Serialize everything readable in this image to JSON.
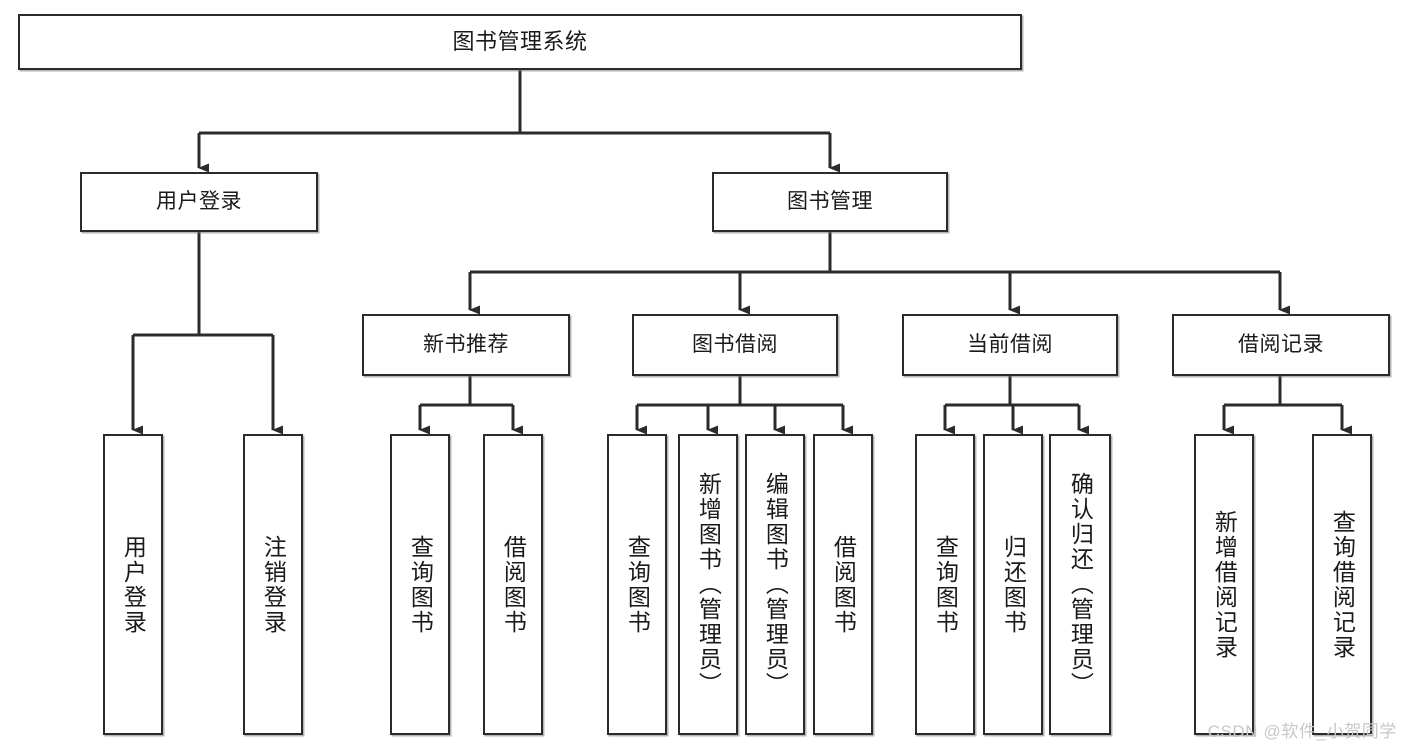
{
  "diagram": {
    "title": "图书管理系统",
    "type": "tree-hierarchy",
    "colors": {
      "background": "#ffffff",
      "node_border": "#2b2b2b",
      "node_fill": "#ffffff",
      "edge": "#2b2b2b",
      "watermark": "#c8c8c8"
    },
    "nodes": {
      "root": {
        "label": "图书管理系统"
      },
      "level2": [
        {
          "id": "user-login",
          "label": "用户登录"
        },
        {
          "id": "book-manage",
          "label": "图书管理"
        }
      ],
      "level3": [
        {
          "id": "new-book-recommend",
          "label": "新书推荐"
        },
        {
          "id": "book-borrow",
          "label": "图书借阅"
        },
        {
          "id": "current-borrow",
          "label": "当前借阅"
        },
        {
          "id": "borrow-record",
          "label": "借阅记录"
        }
      ],
      "leaves": {
        "user-login": [
          {
            "id": "leaf-user-login",
            "label": "用户登录"
          },
          {
            "id": "leaf-logout",
            "label": "注销登录"
          }
        ],
        "new-book-recommend": [
          {
            "id": "leaf-query-book-1",
            "label": "查询图书"
          },
          {
            "id": "leaf-borrow-book-1",
            "label": "借阅图书"
          }
        ],
        "book-borrow": [
          {
            "id": "leaf-query-book-2",
            "label": "查询图书"
          },
          {
            "id": "leaf-add-book",
            "label": "新增图书（管理员）"
          },
          {
            "id": "leaf-edit-book",
            "label": "编辑图书（管理员）"
          },
          {
            "id": "leaf-borrow-book-2",
            "label": "借阅图书"
          }
        ],
        "current-borrow": [
          {
            "id": "leaf-query-book-3",
            "label": "查询图书"
          },
          {
            "id": "leaf-return-book",
            "label": "归还图书"
          },
          {
            "id": "leaf-confirm-return",
            "label": "确认归还（管理员）"
          }
        ],
        "borrow-record": [
          {
            "id": "leaf-add-record",
            "label": "新增借阅记录"
          },
          {
            "id": "leaf-query-record",
            "label": "查询借阅记录"
          }
        ]
      }
    },
    "watermark": "CSDN @软件_小贺同学"
  }
}
